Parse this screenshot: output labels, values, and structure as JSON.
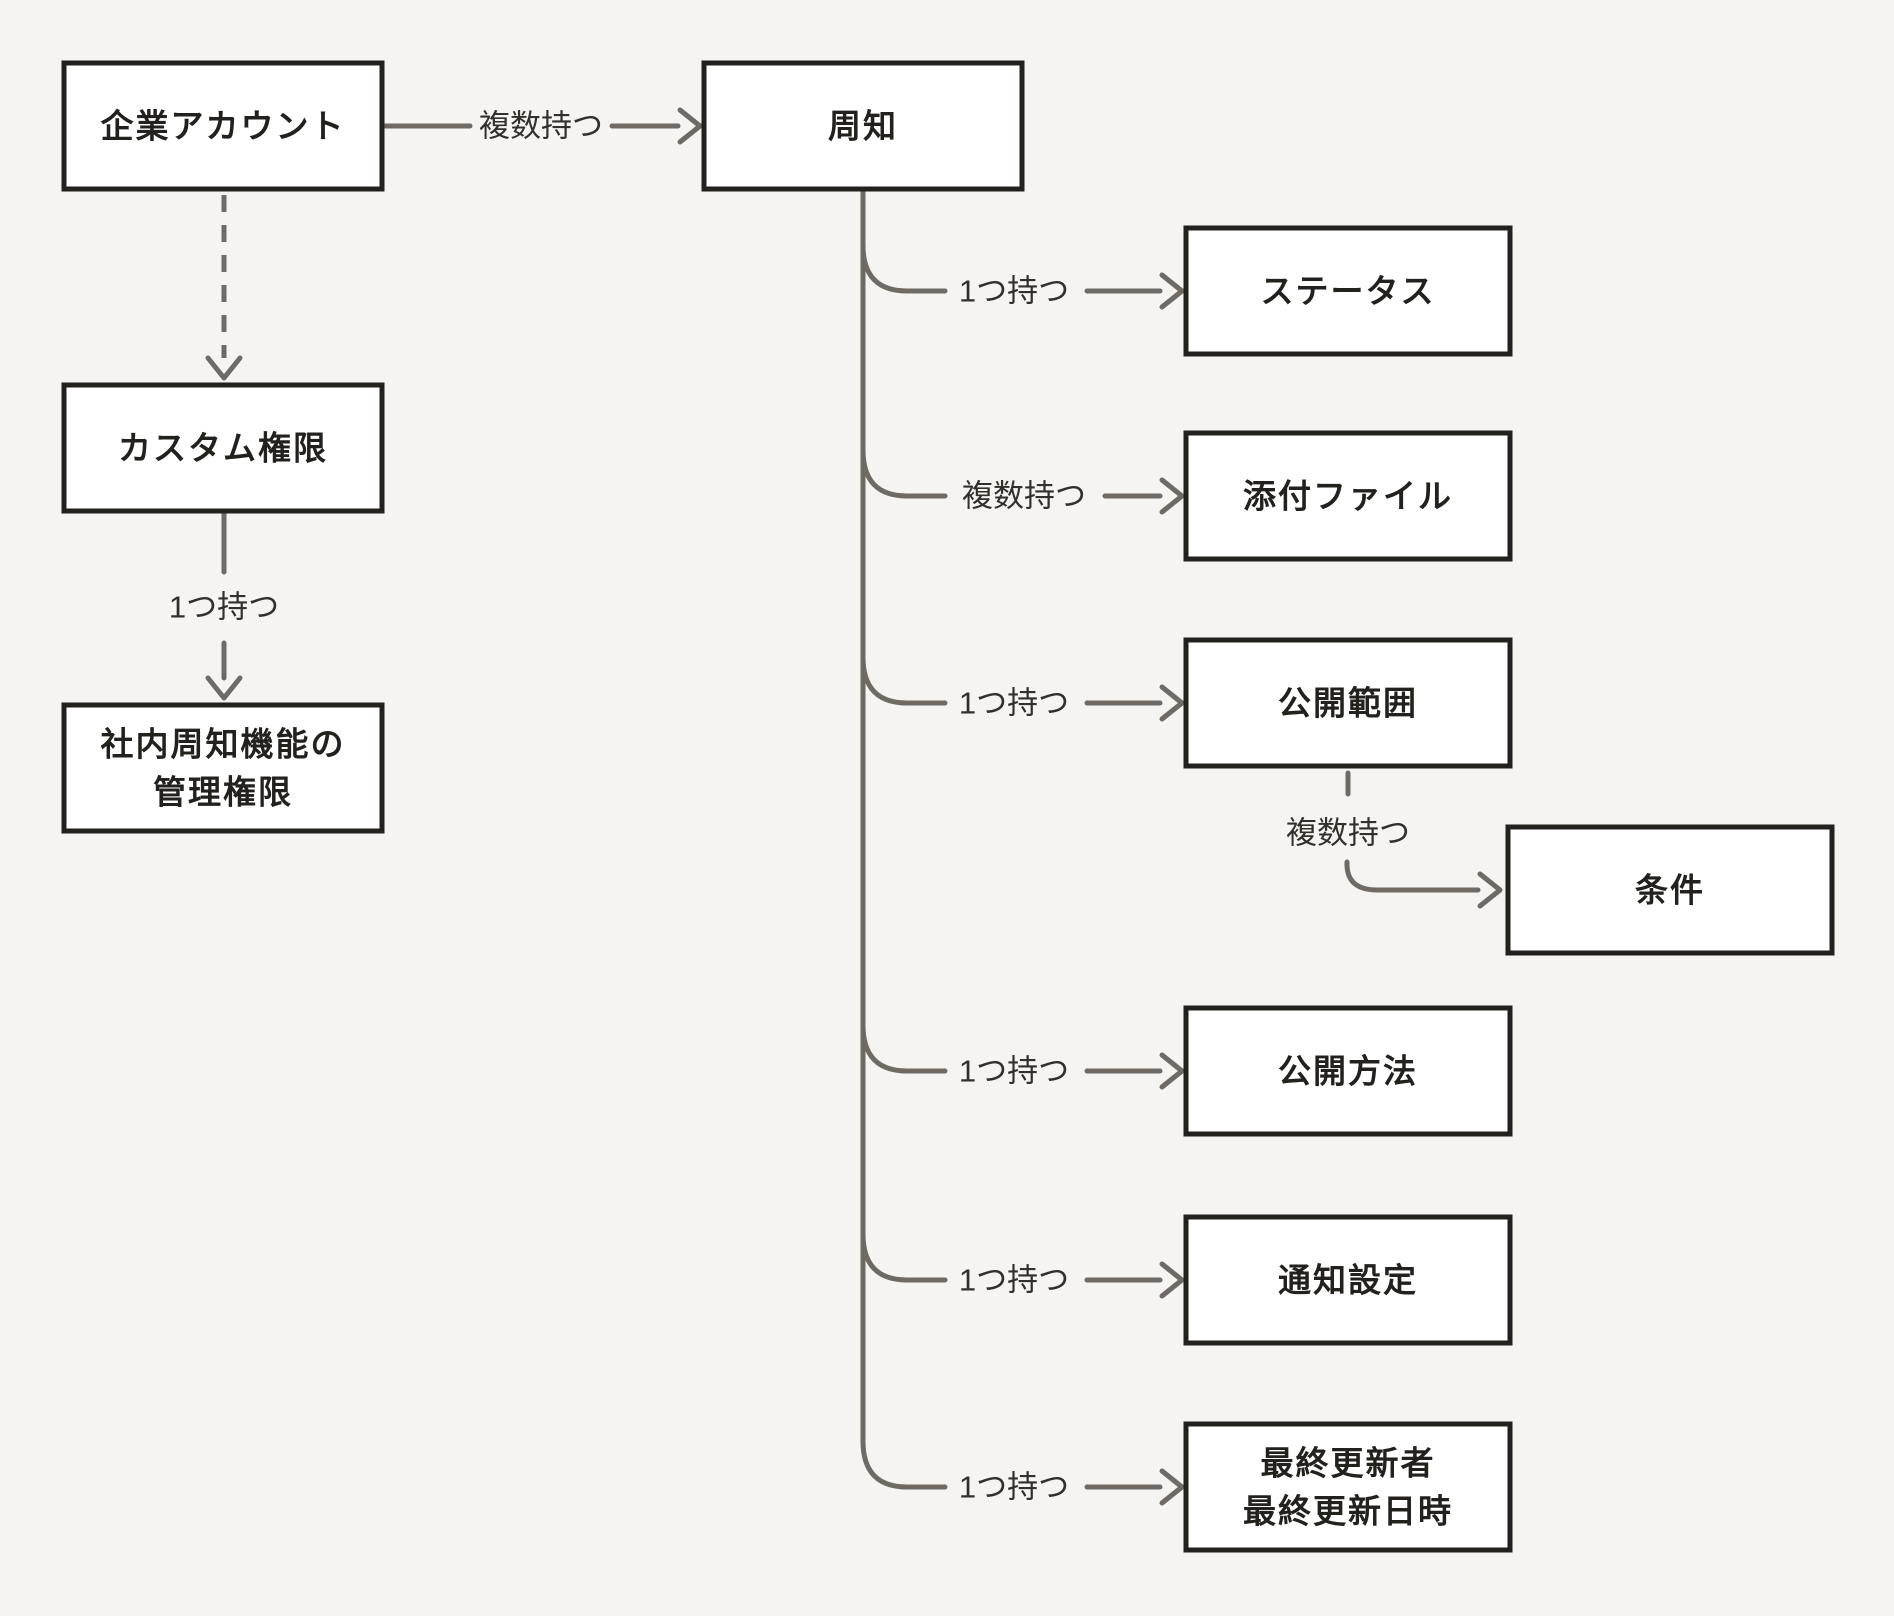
{
  "colors": {
    "page_bg": "#f5f4f1",
    "box_fill": "#ffffff",
    "box_border": "#23211d",
    "line": "#6f6b64",
    "box_text": "#23211d",
    "label_text": "#33302a"
  },
  "nodes": {
    "corporate_account": {
      "label": "企業アカウント"
    },
    "announcement": {
      "label": "周知"
    },
    "custom_permission": {
      "label": "カスタム権限"
    },
    "admin_permission": {
      "line1": "社内周知機能の",
      "line2": "管理権限"
    },
    "status": {
      "label": "ステータス"
    },
    "attachment": {
      "label": "添付ファイル"
    },
    "scope": {
      "label": "公開範囲"
    },
    "condition": {
      "label": "条件"
    },
    "method": {
      "label": "公開方法"
    },
    "notification": {
      "label": "通知設定"
    },
    "last_updated": {
      "line1": "最終更新者",
      "line2": "最終更新日時"
    }
  },
  "edges": {
    "account_to_announcement": {
      "label": "複数持つ"
    },
    "custom_to_admin": {
      "label": "1つ持つ"
    },
    "announcement_to_status": {
      "label": "1つ持つ"
    },
    "announcement_to_attachment": {
      "label": "複数持つ"
    },
    "announcement_to_scope": {
      "label": "1つ持つ"
    },
    "scope_to_condition": {
      "label": "複数持つ"
    },
    "announcement_to_method": {
      "label": "1つ持つ"
    },
    "announcement_to_notification": {
      "label": "1つ持つ"
    },
    "announcement_to_last_updated": {
      "label": "1つ持つ"
    }
  }
}
